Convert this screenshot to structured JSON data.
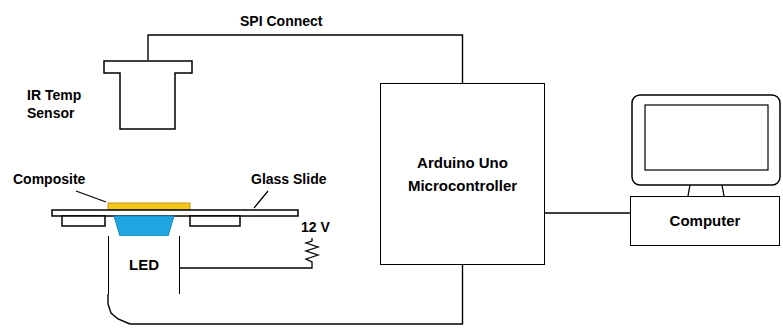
{
  "diagram": {
    "nodes": [
      {
        "text": [
          "IR Temp Sensor"
        ]
      },
      {
        "text": [
          "LED"
        ]
      },
      {
        "text": [
          "Arduino Uno Microcontroller"
        ]
      },
      {
        "text": [
          "Computer"
        ]
      }
    ],
    "edges": [
      {
        "from": 0,
        "to": 2,
        "arrow": "none",
        "label": "SPI Connect"
      },
      {
        "from": 1,
        "to": 2,
        "arrow": "none"
      },
      {
        "from": 2,
        "to": 3,
        "arrow": "none"
      }
    ],
    "labels": [
      "Composite",
      "Glass Slide",
      "12 V"
    ]
  }
}
